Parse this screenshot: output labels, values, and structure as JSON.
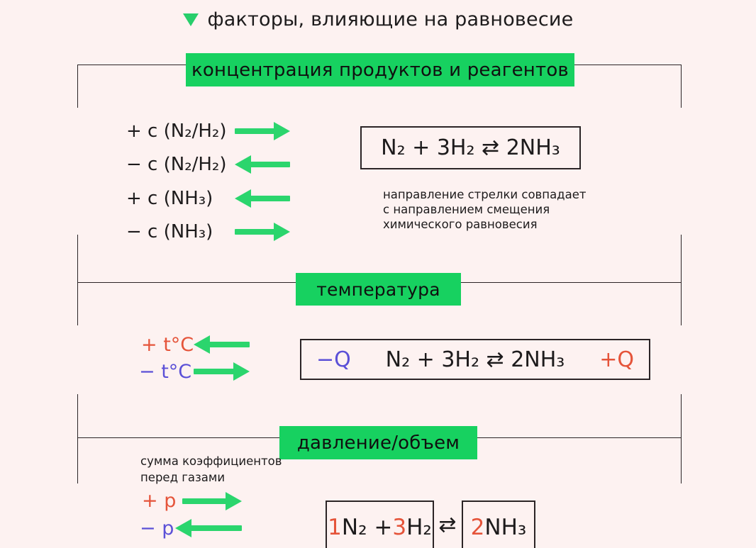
{
  "title": {
    "marker": "down-triangle-icon",
    "text": "факторы, влияющие на равновесие"
  },
  "colors": {
    "background": "#fdf2f1",
    "banner_green": "#17d160",
    "arrow_green": "#2bd56d",
    "accent_orange": "#e5543a",
    "accent_blue": "#5b50d7",
    "line": "#2b2426",
    "text": "#1d1b1c"
  },
  "sections": {
    "concentration": {
      "banner": "концентрация продуктов и реагентов",
      "rows": [
        {
          "label": "+ c (N₂/H₂)",
          "arrow": "right"
        },
        {
          "label": "− c (N₂/H₂)",
          "arrow": "left"
        },
        {
          "label": "+ c (NH₃)",
          "arrow": "left"
        },
        {
          "label": "− c (NH₃)",
          "arrow": "right"
        }
      ],
      "equation": "N₂ + 3H₂ ⇄ 2NH₃",
      "note_lines": [
        "направление стрелки совпадает",
        "с направлением смещения",
        "химического равновесия"
      ]
    },
    "temperature": {
      "banner": "температура",
      "rows": [
        {
          "label": "+ t°C",
          "color": "orange",
          "arrow": "left"
        },
        {
          "label": "− t°C",
          "color": "blue",
          "arrow": "right"
        }
      ],
      "equation": {
        "left": "−Q",
        "center": "N₂ + 3H₂ ⇄ 2NH₃",
        "right": "+Q"
      }
    },
    "pressure": {
      "banner": "давление/объем",
      "note_lines": [
        "сумма коэффициентов",
        "перед газами"
      ],
      "rows": [
        {
          "label": "+ p",
          "color": "orange",
          "arrow": "right"
        },
        {
          "label": "− p",
          "color": "blue",
          "arrow": "left"
        }
      ],
      "equation": {
        "left_box": {
          "coef1": "1",
          "term1": "N₂ + ",
          "coef2": "3",
          "term2": "H₂"
        },
        "symbol": "⇄",
        "right_box": {
          "coef": "2",
          "term": "NH₃"
        }
      }
    }
  }
}
